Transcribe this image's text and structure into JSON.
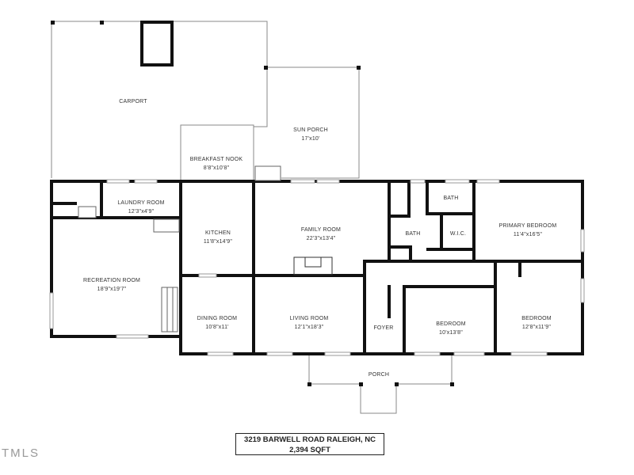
{
  "rooms": [
    {
      "name": "CARPORT",
      "size": ""
    },
    {
      "name": "SUN PORCH",
      "size": "17'x10'"
    },
    {
      "name": "BREAKFAST NOOK",
      "size": "8'8\"x10'8\""
    },
    {
      "name": "LAUNDRY ROOM",
      "size": "12'3\"x4'9\""
    },
    {
      "name": "KITCHEN",
      "size": "11'8\"x14'9\""
    },
    {
      "name": "FAMILY ROOM",
      "size": "22'3\"x13'4\""
    },
    {
      "name": "BATH",
      "size": ""
    },
    {
      "name": "BATH",
      "size": ""
    },
    {
      "name": "W.I.C.",
      "size": ""
    },
    {
      "name": "PRIMARY BEDROOM",
      "size": "11'4\"x16'5\""
    },
    {
      "name": "RECREATION ROOM",
      "size": "18'9\"x19'7\""
    },
    {
      "name": "DINING ROOM",
      "size": "10'8\"x11'"
    },
    {
      "name": "LIVING ROOM",
      "size": "12'1\"x18'3\""
    },
    {
      "name": "FOYER",
      "size": ""
    },
    {
      "name": "BEDROOM",
      "size": "10'x13'8\""
    },
    {
      "name": "BEDROOM",
      "size": "12'8\"x11'9\""
    },
    {
      "name": "PORCH",
      "size": ""
    }
  ],
  "caption": {
    "address": "3219 BARWELL ROAD RALEIGH, NC",
    "area": "2,394 SQFT"
  },
  "logo": "TMLS"
}
